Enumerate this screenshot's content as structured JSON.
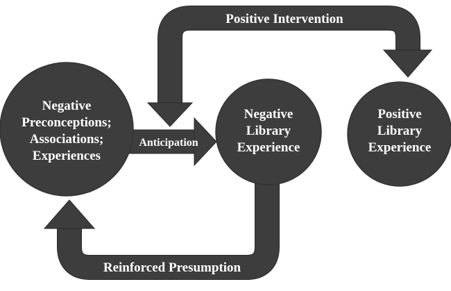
{
  "nodes": {
    "negative_preconceptions": [
      "Negative",
      "Preconceptions;",
      "Associations;",
      "Experiences"
    ],
    "negative_experience": [
      "Negative",
      "Library",
      "Experience"
    ],
    "positive_experience": [
      "Positive",
      "Library",
      "Experience"
    ]
  },
  "arrows": {
    "anticipation": "Anticipation",
    "positive_intervention": "Positive Intervention",
    "reinforced_presumption": "Reinforced Presumption"
  }
}
